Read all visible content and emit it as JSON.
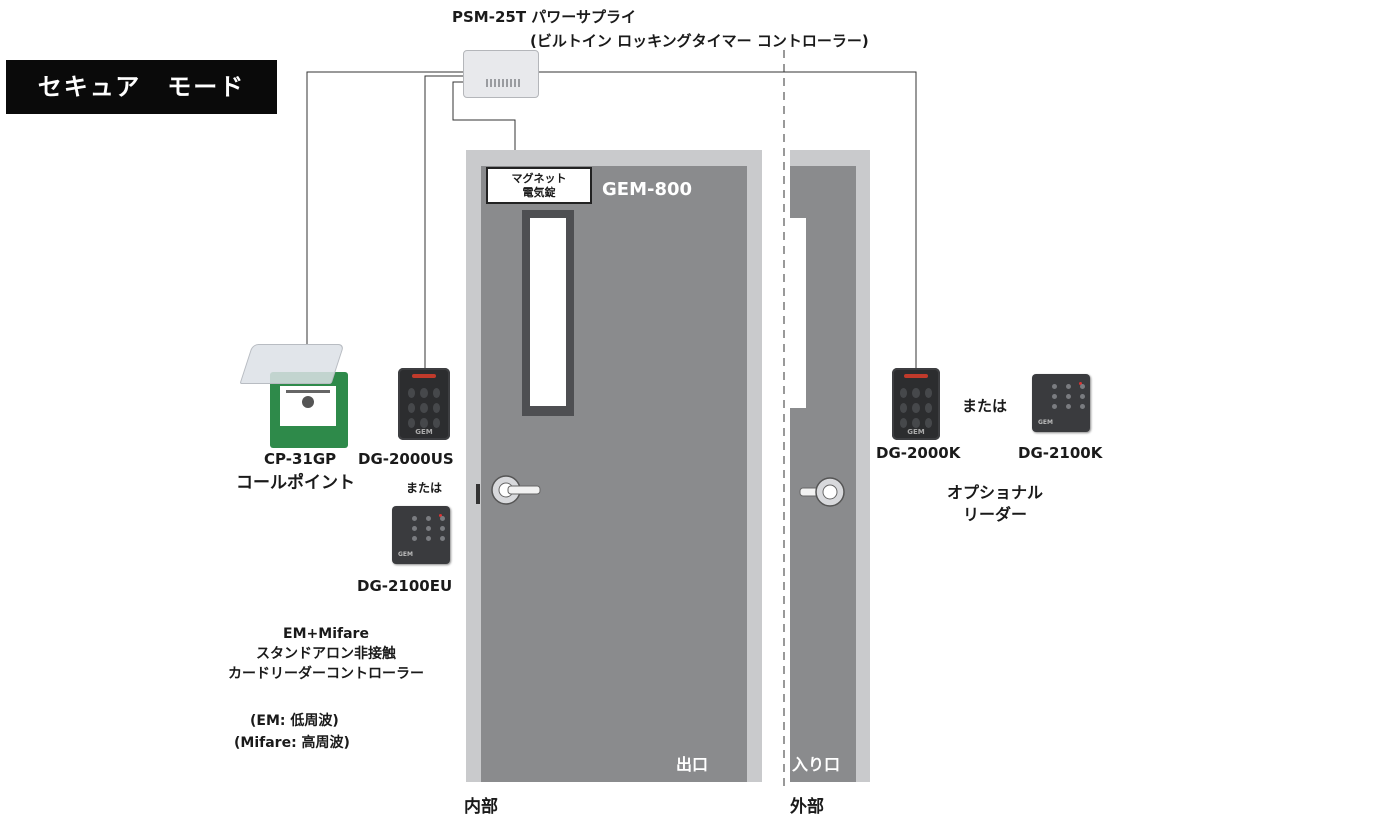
{
  "mode_title": "セキュア　モード",
  "power_supply": {
    "line1": "PSM-25T  パワーサプライ",
    "line2": "(ビルトイン ロッキングタイマー  コントローラー)"
  },
  "maglock": {
    "line1": "マグネット",
    "line2": "電気錠"
  },
  "door_model": "GEM-800",
  "exit_label": "出口",
  "entry_label": "入り口",
  "inside_label": "内部",
  "outside_label": "外部",
  "callpoint": {
    "model": "CP-31GP",
    "name": "コールポイント"
  },
  "inside_readers": {
    "reader1": "DG-2000US",
    "or": "または",
    "reader2": "DG-2100EU",
    "reader_brand": "GEM"
  },
  "inside_description": {
    "line1": "EM+Mifare",
    "line2": "スタンドアロン非接触",
    "line3": "カードリーダーコントローラー",
    "line4": "(EM: 低周波)",
    "line5": "(Mifare: 高周波)"
  },
  "outside_readers": {
    "reader1": "DG-2000K",
    "or": "または",
    "reader2": "DG-2100K",
    "reader_brand": "GEM"
  },
  "optional_reader": {
    "line1": "オプショナル",
    "line2": "リーダー"
  },
  "colors": {
    "door_frame": "#c9cacc",
    "door_panel": "#8a8b8d",
    "mode_bg": "#0a0a0a",
    "reader_body": "#2c2d2f",
    "callpoint_green": "#2e8a4a"
  }
}
